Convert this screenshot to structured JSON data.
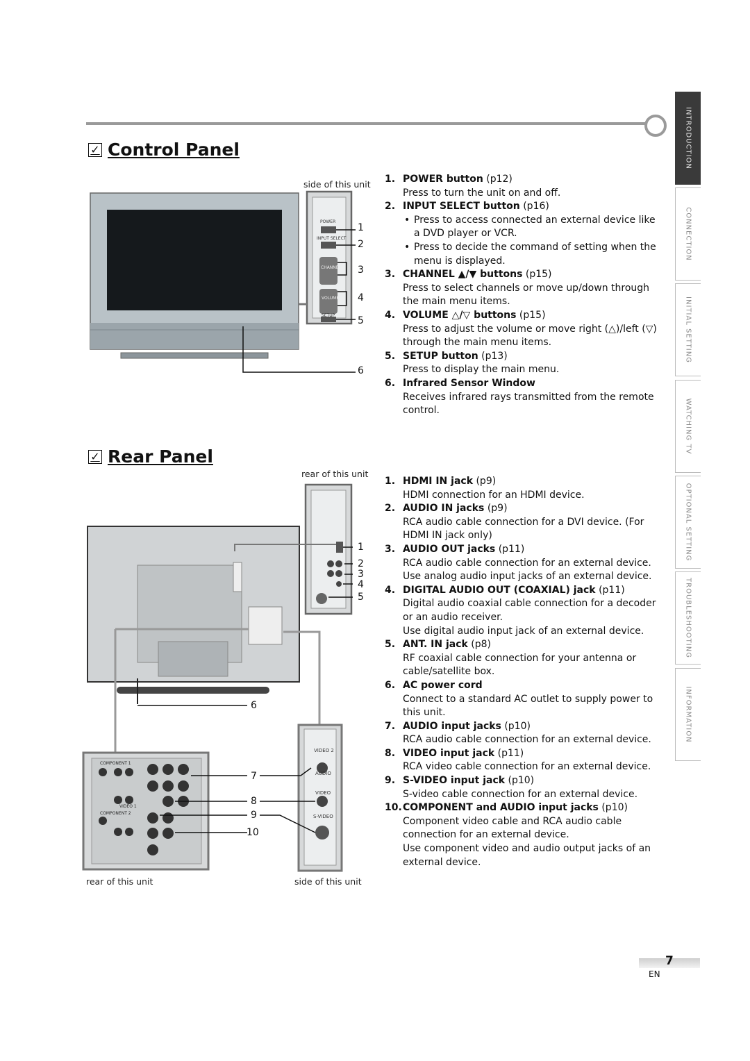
{
  "tabs": [
    "INTRODUCTION",
    "CONNECTION",
    "INITIAL SETTING",
    "WATCHING TV",
    "OPTIONAL SETTING",
    "TROUBLESHOOTING",
    "INFORMATION"
  ],
  "control": {
    "title": "Control Panel",
    "side_label": "side of this unit",
    "panel_labels": [
      "POWER",
      "INPUT SELECT",
      "CHANNEL",
      "VOLUME",
      "SETUP"
    ],
    "callouts": [
      "1",
      "2",
      "3",
      "4",
      "5",
      "6"
    ],
    "items": [
      {
        "num": "1.",
        "name": "POWER button",
        "ref": " (p12)",
        "lines": [
          "Press to turn the unit on and off."
        ]
      },
      {
        "num": "2.",
        "name": "INPUT SELECT button",
        "ref": " (p16)",
        "bullets": [
          "Press to access connected an external device like a DVD player or VCR.",
          "Press to decide the command of setting when the menu is displayed."
        ]
      },
      {
        "num": "3.",
        "name": "CHANNEL ▲/▼ buttons",
        "ref": " (p15)",
        "lines": [
          "Press to select channels or move up/down through the main menu items."
        ]
      },
      {
        "num": "4.",
        "name": "VOLUME △/▽ buttons",
        "ref": " (p15)",
        "lines": [
          "Press to adjust the volume or move right (△)/left (▽) through the main menu items."
        ]
      },
      {
        "num": "5.",
        "name": "SETUP button",
        "ref": " (p13)",
        "lines": [
          "Press to display the main menu."
        ]
      },
      {
        "num": "6.",
        "name": "Infrared Sensor Window",
        "ref": "",
        "lines": [
          "Receives infrared rays transmitted from the remote control."
        ]
      }
    ]
  },
  "rear": {
    "title": "Rear Panel",
    "rear_label_top": "rear of this unit",
    "rear_label_bottom": "rear of this unit",
    "side_label_bottom": "side of this unit",
    "jack_labels": {
      "video2": "VIDEO 2",
      "audio": "AUDIO",
      "video": "VIDEO",
      "svideo": "S-VIDEO",
      "component1": "COMPONENT 1",
      "component2": "COMPONENT 2",
      "video1": "VIDEO 1"
    },
    "callouts": [
      "1",
      "2",
      "3",
      "4",
      "5",
      "6",
      "7",
      "8",
      "9",
      "10"
    ],
    "items": [
      {
        "num": "1.",
        "name": "HDMI IN jack",
        "ref": " (p9)",
        "lines": [
          "HDMI connection for an HDMI device."
        ]
      },
      {
        "num": "2.",
        "name": "AUDIO IN jacks",
        "ref": " (p9)",
        "lines": [
          "RCA audio cable connection for a DVI device. (For HDMI IN jack only)"
        ]
      },
      {
        "num": "3.",
        "name": "AUDIO OUT jacks",
        "ref": " (p11)",
        "lines": [
          "RCA audio cable connection for an external device.",
          "Use analog audio input jacks of an external device."
        ]
      },
      {
        "num": "4.",
        "name": "DIGITAL AUDIO OUT (COAXIAL) jack",
        "ref": " (p11)",
        "lines": [
          "Digital audio coaxial cable connection for a decoder or an audio receiver.",
          "Use digital audio input jack of an external device."
        ]
      },
      {
        "num": "5.",
        "name": "ANT. IN jack",
        "ref": " (p8)",
        "lines": [
          "RF coaxial cable connection for your antenna or cable/satellite box."
        ]
      },
      {
        "num": "6.",
        "name": "AC power cord",
        "ref": "",
        "lines": [
          "Connect to a standard AC outlet to supply power to this unit."
        ]
      },
      {
        "num": "7.",
        "name": "AUDIO input jacks",
        "ref": " (p10)",
        "lines": [
          "RCA audio cable connection for an external device."
        ]
      },
      {
        "num": "8.",
        "name": "VIDEO input jack",
        "ref": " (p11)",
        "lines": [
          "RCA video cable connection for an external device."
        ]
      },
      {
        "num": "9.",
        "name": "S-VIDEO input jack",
        "ref": " (p10)",
        "lines": [
          "S-video cable connection for an external device."
        ]
      },
      {
        "num": "10.",
        "name": "COMPONENT and AUDIO input jacks",
        "ref": " (p10)",
        "lines": [
          "Component video cable and RCA audio cable connection for an external device.",
          "Use component video and audio output jacks of an external device."
        ]
      }
    ]
  },
  "footer": {
    "page": "7",
    "lang": "EN"
  }
}
